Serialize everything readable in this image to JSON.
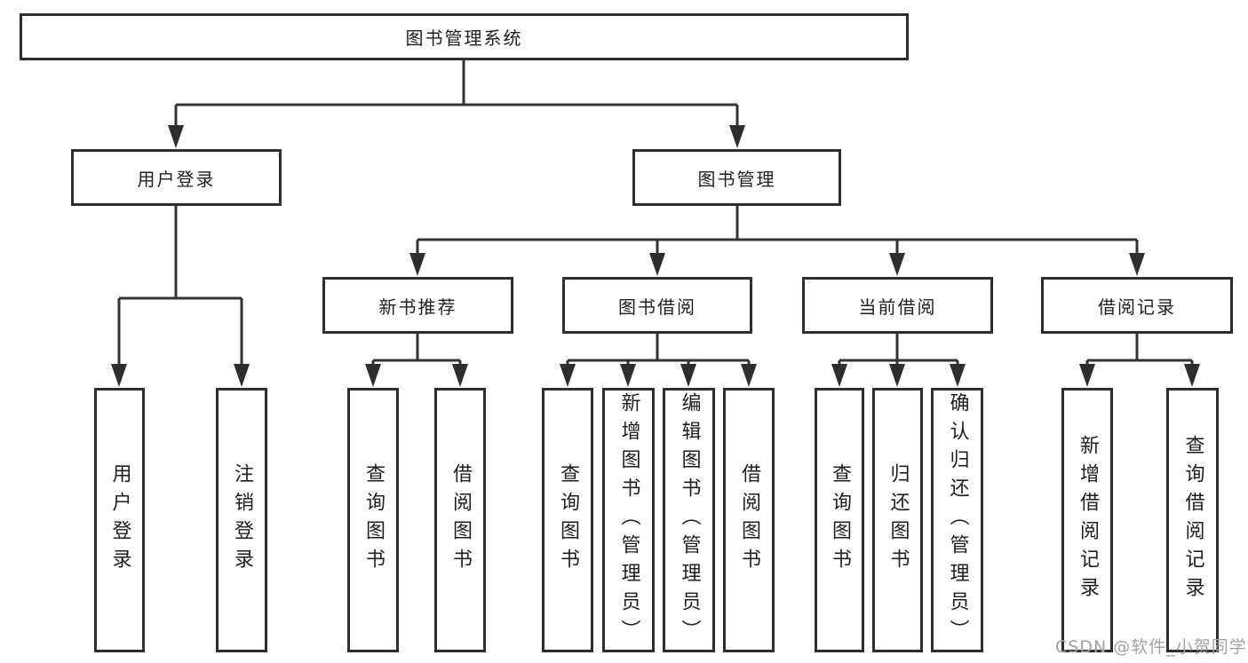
{
  "colors": {
    "background": "#ffffff",
    "line": "#333333",
    "box_border": "#2f2f2f",
    "text": "#1f1f1f",
    "watermark": "#a3a3a3"
  },
  "watermark": {
    "text": "CSDN @软件_小贺同学"
  },
  "tree": {
    "root": {
      "label": "图书管理系统",
      "children": [
        {
          "label": "用户登录",
          "children": [
            {
              "label": "用户登录"
            },
            {
              "label": "注销登录"
            }
          ]
        },
        {
          "label": "图书管理",
          "children": [
            {
              "label": "新书推荐",
              "children": [
                {
                  "label": "查询图书"
                },
                {
                  "label": "借阅图书"
                }
              ]
            },
            {
              "label": "图书借阅",
              "children": [
                {
                  "label": "查询图书"
                },
                {
                  "label": "新增图书（管理员）"
                },
                {
                  "label": "编辑图书（管理员）"
                },
                {
                  "label": "借阅图书"
                }
              ]
            },
            {
              "label": "当前借阅",
              "children": [
                {
                  "label": "查询图书"
                },
                {
                  "label": "归还图书"
                },
                {
                  "label": "确认归还（管理员）"
                }
              ]
            },
            {
              "label": "借阅记录",
              "children": [
                {
                  "label": "新增借阅记录"
                },
                {
                  "label": "查询借阅记录"
                }
              ]
            }
          ]
        }
      ]
    }
  }
}
